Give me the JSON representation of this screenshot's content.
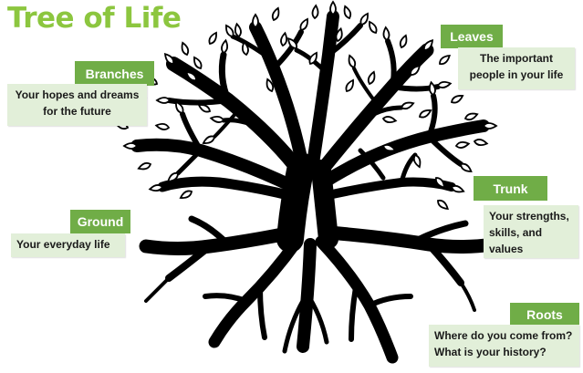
{
  "title": "Tree of Life",
  "colors": {
    "title": "#8cc63f",
    "label_bg": "#70ad47",
    "desc_bg": "#e2efd9",
    "tree": "#000000"
  },
  "labels": {
    "leaves": {
      "name": "Leaves",
      "desc": "The important people in your life"
    },
    "branches": {
      "name": "Branches",
      "desc": "Your hopes and dreams for the future"
    },
    "trunk": {
      "name": "Trunk",
      "desc": "Your strengths, skills, and values"
    },
    "ground": {
      "name": "Ground",
      "desc": "Your everyday life"
    },
    "roots": {
      "name": "Roots",
      "desc": "Where do you come from? What is your history?"
    }
  }
}
